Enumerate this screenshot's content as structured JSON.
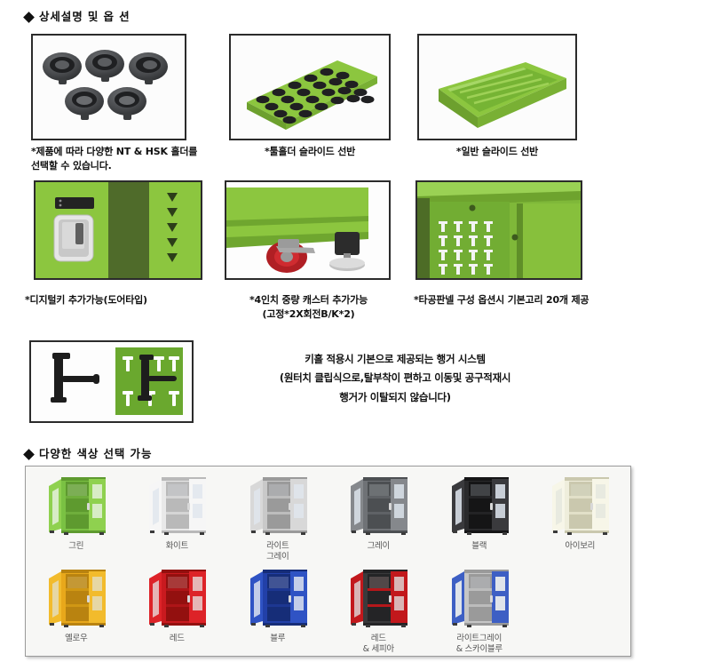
{
  "sections": [
    {
      "id": "details",
      "title": "상세설명 및 옵 션"
    },
    {
      "id": "colors",
      "title": "다양한 색상 선택 가능"
    }
  ],
  "photo_panels": [
    {
      "name": "nt-hsk-holder",
      "icon": "tool-holder-cups-photo",
      "caption": "*제품에 따라 다양한 NT & HSK 홀더를\n선택할 수 있습니다."
    },
    {
      "name": "tool-holder-slide-shelf",
      "icon": "tool-holder-shelf-photo",
      "caption": "*툴홀더 슬라이드 선반"
    },
    {
      "name": "general-slide-shelf",
      "icon": "divider-tray-photo",
      "caption": "*일반 슬라이드 선반"
    },
    {
      "name": "digital-key-option",
      "icon": "digital-lock-photo",
      "caption": "*디지털키 추가가능(도어타입)"
    },
    {
      "name": "caster-option",
      "icon": "caster-wheel-photo",
      "caption": "*4인치 중량 캐스터 추가가능\n(고정*2X회전B/K*2)"
    },
    {
      "name": "pegboard-option",
      "icon": "pegboard-hooks-photo",
      "caption": "*타공판넬 구성 옵션시 기본고리 20개 제공"
    }
  ],
  "hanger": {
    "image_name": "hanger-clip-photo",
    "lines": [
      "키홀 적용시 기본으로 제공되는 행거 시스템",
      "(원터치 클립식으로,탈부착이 편하고 이동및 공구적재시",
      "행거가 이탈되지 않습니다)"
    ]
  },
  "colors": {
    "swatches": [
      {
        "label": "그린",
        "body": "#7ac143",
        "door": "#8fd14f",
        "dark": "#5e9a2f",
        "glass": "#d8ecc6",
        "shelf": "#6fae3c"
      },
      {
        "label": "화이트",
        "body": "#e9e9e9",
        "door": "#f6f6f6",
        "dark": "#b9b9b9",
        "glass": "#e4e9ef",
        "shelf": "#d5d5d5"
      },
      {
        "label": "라이트\n그레이",
        "body": "#c9c9c9",
        "door": "#d8d8d8",
        "dark": "#9a9a9a",
        "glass": "#dfe4ea",
        "shelf": "#bdbdbd"
      },
      {
        "label": "그레이",
        "body": "#6f7276",
        "door": "#85888c",
        "dark": "#4c4f52",
        "glass": "#cfd6dd",
        "shelf": "#5f6266"
      },
      {
        "label": "블랙",
        "body": "#2a2a2c",
        "door": "#3a3a3d",
        "dark": "#151516",
        "glass": "#c8ced6",
        "shelf": "#232325"
      },
      {
        "label": "아이보리",
        "body": "#efeedc",
        "door": "#f7f6e8",
        "dark": "#cac8ae",
        "glass": "#e8eae0",
        "shelf": "#e2e0c8"
      },
      {
        "label": "옐로우",
        "body": "#e8a81b",
        "door": "#f2bb2c",
        "dark": "#b98310",
        "glass": "#e6d7a4",
        "shelf": "#d09714"
      },
      {
        "label": "레드",
        "body": "#c91a1f",
        "door": "#dd2328",
        "dark": "#93100f",
        "glass": "#e5b6b6",
        "shelf": "#ae1518"
      },
      {
        "label": "블루",
        "body": "#2240a8",
        "door": "#2f53c4",
        "dark": "#162d78",
        "glass": "#c3cde9",
        "shelf": "#1d3792"
      },
      {
        "label": "레드\n& 세피아",
        "body": "#3a3a3c",
        "door": "#c2181c",
        "dark": "#242426",
        "glass": "#d9b5b5",
        "shelf": "#b5171a"
      },
      {
        "label": "라이트그레이\n& 스카이블루",
        "body": "#c6c6c6",
        "door": "#3d5fc4",
        "dark": "#9a9a9a",
        "glass": "#dfe4ea",
        "shelf": "#bcbcbc"
      }
    ]
  }
}
